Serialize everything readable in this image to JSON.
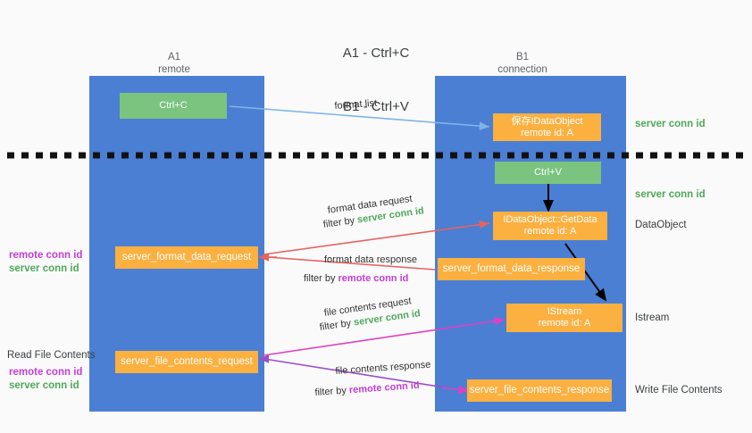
{
  "title": {
    "line1": "A1 - Ctrl+C",
    "line2": "B1 - Ctrl+V"
  },
  "columns": [
    {
      "name": "A1",
      "sub": "remote"
    },
    {
      "name": "B1",
      "sub": "connection"
    }
  ],
  "boxes": {
    "ctrl_c": "Ctrl+C",
    "ctrl_v": "Ctrl+V",
    "save_idataobject_l1": "保存IDataObject",
    "save_idataobject_l2": "remote id: A",
    "getdata_l1": "IDataObject::GetData",
    "getdata_l2": "remote id: A",
    "istream_l1": "IStream",
    "istream_l2": "remote id: A",
    "server_format_data_request": "server_format_data_request",
    "server_format_data_response": "server_format_data_response",
    "server_file_contents_request": "server_file_contents_request",
    "server_file_contents_response": "server_file_contents_response"
  },
  "edge_labels": {
    "format_list": "format list",
    "format_data_request": "format data request",
    "format_data_request_filter_prefix": "filter by ",
    "format_data_request_filter_key": "server conn id",
    "format_data_response": "format data response",
    "format_data_response_filter_prefix": "filter by ",
    "format_data_response_filter_key": "remote conn id",
    "file_contents_request": "file contents request",
    "file_contents_request_filter_prefix": "filter by ",
    "file_contents_request_filter_key": "server conn id",
    "file_contents_response": "file contents response",
    "file_contents_response_filter_prefix": "filter by ",
    "file_contents_response_filter_key": "remote conn id"
  },
  "right_labels": {
    "server_conn_id_top": "server conn id",
    "server_conn_id_mid": "server conn id",
    "dataobject": "DataObject",
    "istream": "Istream",
    "write_file_contents": "Write File Contents"
  },
  "left_labels": {
    "remote_conn_id_1": "remote conn id",
    "server_conn_id_1": "server conn id",
    "read_file_contents": "Read File Contents",
    "remote_conn_id_2": "remote conn id",
    "server_conn_id_2": "server conn id"
  },
  "colors": {
    "background": "#fafafa",
    "lane": "#4a7fd4",
    "green_box": "#7ac47f",
    "orange_box": "#fbb040",
    "green_text": "#4fa85a",
    "purple_text": "#c23ed6",
    "red_arrow": "#e8625f",
    "blue_arrow": "#7fb4e8",
    "magenta_arrow": "#e040c0",
    "purple_arrow": "#9b4fc8",
    "black_arrow": "#000000",
    "divider": "#111111"
  }
}
